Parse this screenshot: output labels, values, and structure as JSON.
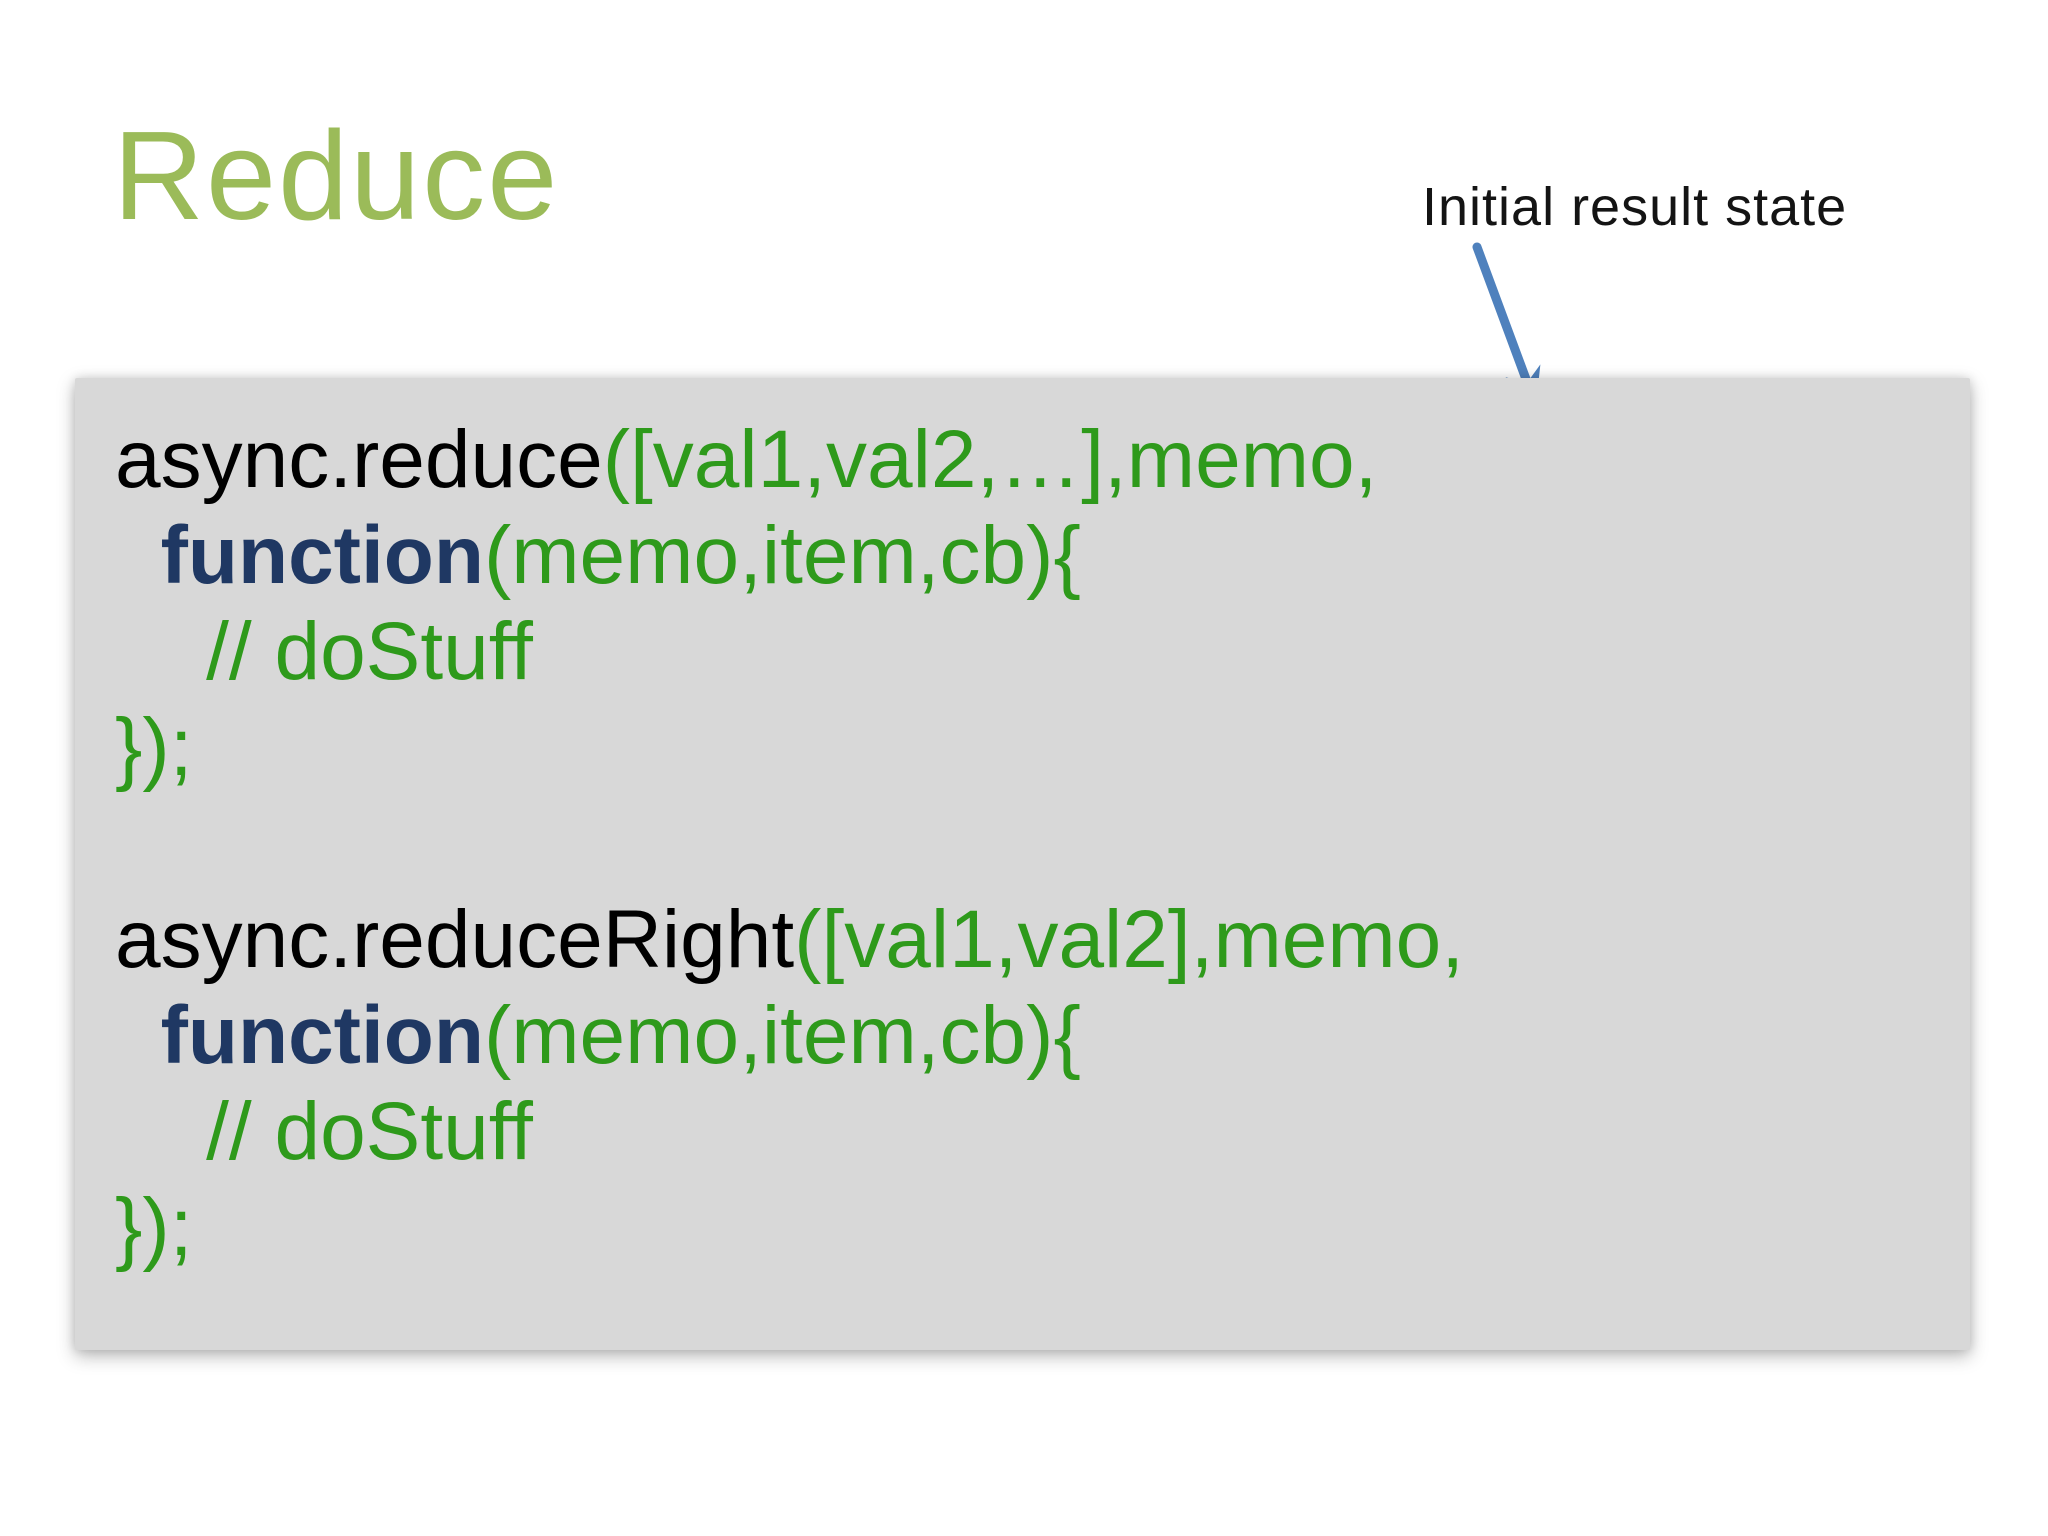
{
  "slide": {
    "title": "Reduce",
    "annotation": "Initial result state"
  },
  "colors": {
    "title_green": "#9bbb59",
    "code_green": "#2e9a1b",
    "keyword_navy": "#1f3863",
    "code_black": "#000000",
    "panel_gray": "#d8d8d8",
    "arrow_blue": "#4f81bd",
    "background": "#ffffff",
    "annotation_black": "#141414"
  },
  "code": {
    "lines": [
      {
        "segments": [
          {
            "text": "async.reduce",
            "style": "plain"
          },
          {
            "text": "([val1,val2,…],memo,",
            "style": "green"
          }
        ]
      },
      {
        "segments": [
          {
            "text": "  ",
            "style": "plain"
          },
          {
            "text": "function",
            "style": "keyword"
          },
          {
            "text": "(memo,item,cb){",
            "style": "green"
          }
        ]
      },
      {
        "segments": [
          {
            "text": "    // doStuff",
            "style": "green"
          }
        ]
      },
      {
        "segments": [
          {
            "text": "});",
            "style": "green"
          }
        ]
      },
      {
        "segments": []
      },
      {
        "segments": [
          {
            "text": "async.reduceRight",
            "style": "plain"
          },
          {
            "text": "([val1,val2],memo,",
            "style": "green"
          }
        ]
      },
      {
        "segments": [
          {
            "text": "  ",
            "style": "plain"
          },
          {
            "text": "function",
            "style": "keyword"
          },
          {
            "text": "(memo,item,cb){",
            "style": "green"
          }
        ]
      },
      {
        "segments": [
          {
            "text": "    // doStuff",
            "style": "green"
          }
        ]
      },
      {
        "segments": [
          {
            "text": "});",
            "style": "green"
          }
        ]
      }
    ]
  }
}
